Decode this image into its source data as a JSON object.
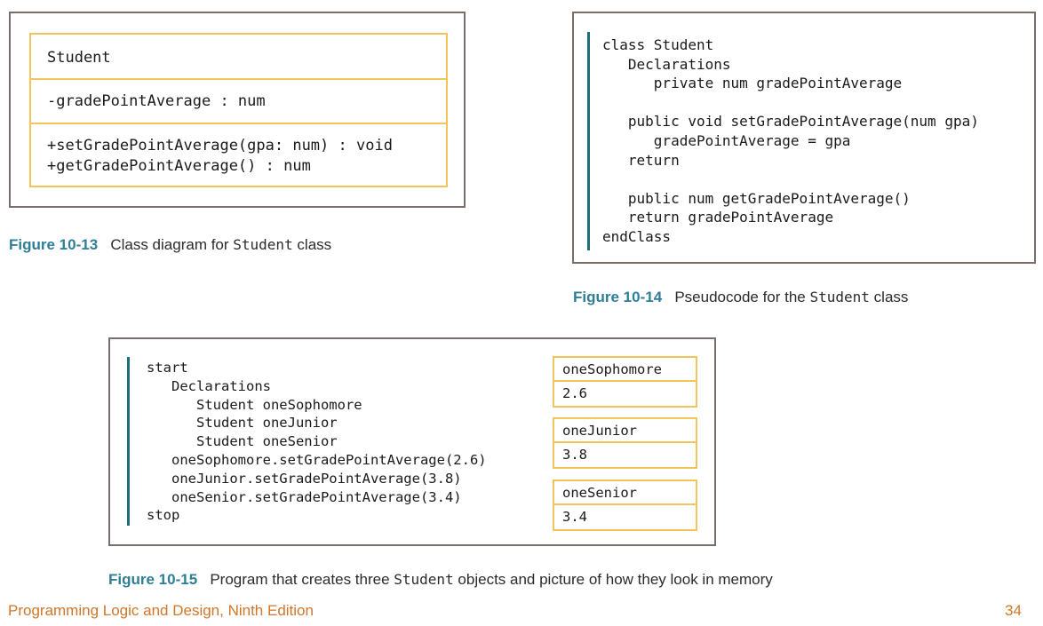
{
  "fig13": {
    "class_name": "Student",
    "attribute": "-gradePointAverage : num",
    "methods": [
      "+setGradePointAverage(gpa: num) : void",
      "+getGradePointAverage() : num"
    ],
    "caption_number": "Figure 10-13",
    "caption_pre": "Class diagram for ",
    "caption_code": "Student",
    "caption_post": " class"
  },
  "fig14": {
    "code": "class Student\n   Declarations\n      private num gradePointAverage\n\n   public void setGradePointAverage(num gpa)\n      gradePointAverage = gpa\n   return\n\n   public num getGradePointAverage()\n   return gradePointAverage\nendClass",
    "caption_number": "Figure 10-14",
    "caption_pre": "Pseudocode for the ",
    "caption_code": "Student",
    "caption_post": " class"
  },
  "fig15": {
    "code": "start\n   Declarations\n      Student oneSophomore\n      Student oneJunior\n      Student oneSenior\n   oneSophomore.setGradePointAverage(2.6)\n   oneJunior.setGradePointAverage(3.8)\n   oneSenior.setGradePointAverage(3.4)\nstop",
    "objects": [
      {
        "name": "oneSophomore",
        "value": "2.6"
      },
      {
        "name": "oneJunior",
        "value": "3.8"
      },
      {
        "name": "oneSenior",
        "value": "3.4"
      }
    ],
    "caption_number": "Figure 10-15",
    "caption_pre": "Program that creates three ",
    "caption_code": "Student",
    "caption_post": " objects and picture of how they look in memory"
  },
  "footer": {
    "title": "Programming Logic and Design, Ninth Edition",
    "page": "34"
  }
}
